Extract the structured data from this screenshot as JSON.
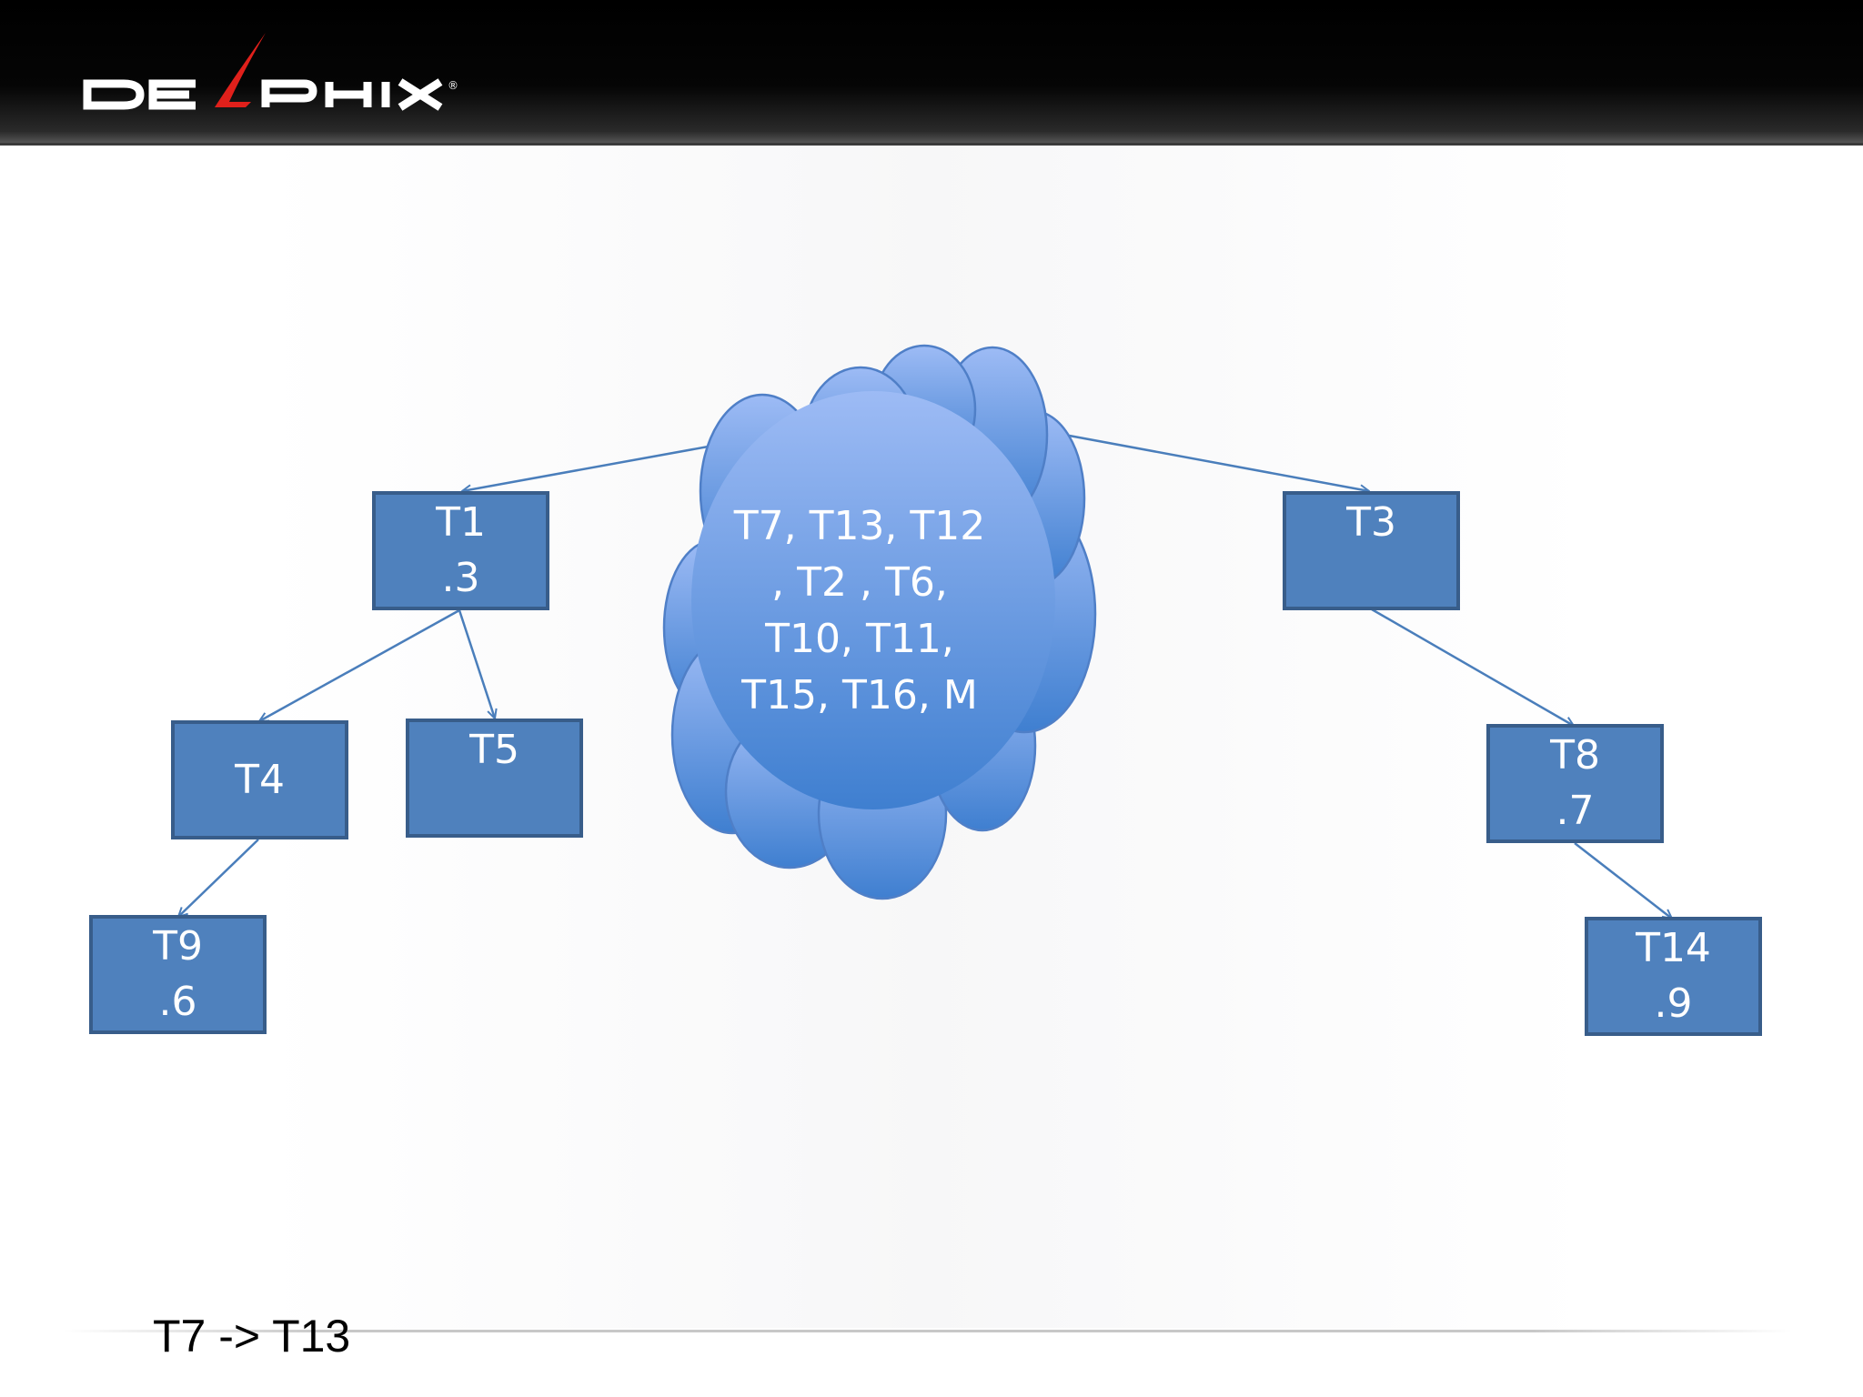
{
  "logo": {
    "text": "DELPHIX"
  },
  "cloud": {
    "lines": [
      "T7, T13, T12",
      ", T2 , T6,",
      "T10, T11,",
      "T15, T16, M"
    ]
  },
  "nodes": {
    "t1": {
      "lines": [
        "T1",
        ".3"
      ]
    },
    "t3": {
      "lines": [
        "T3"
      ]
    },
    "t4": {
      "lines": [
        "T4"
      ]
    },
    "t5": {
      "lines": [
        "T5"
      ]
    },
    "t8": {
      "lines": [
        "T8",
        ".7"
      ]
    },
    "t9": {
      "lines": [
        "T9",
        ".6"
      ]
    },
    "t14": {
      "lines": [
        "T14",
        ".9"
      ]
    }
  },
  "footer": {
    "text": "T7 -> T13"
  },
  "colors": {
    "box_fill": "#4f81bd",
    "box_border": "#385d8a",
    "connector": "#4a7ebb",
    "cloud_top": "#9dbbf5",
    "cloud_bottom": "#3f7fd0",
    "logo_accent": "#e0201b"
  }
}
